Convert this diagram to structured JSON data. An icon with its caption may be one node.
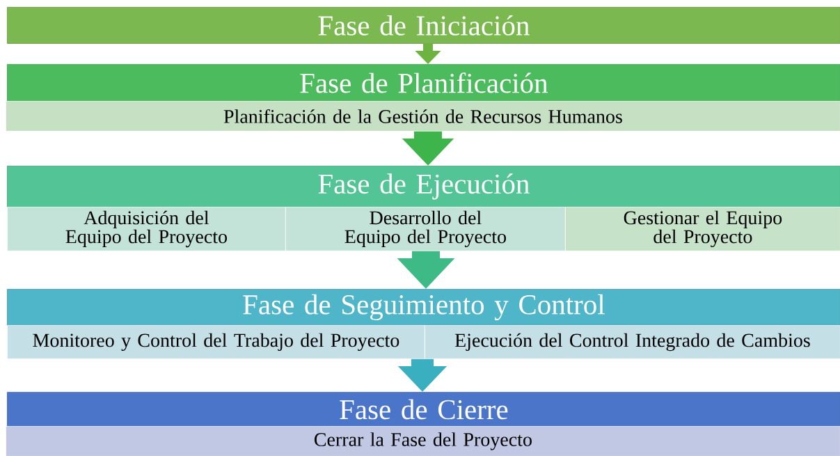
{
  "diagram": {
    "nodes": [
      {
        "text": [
          "Fase de Iniciación"
        ]
      },
      {
        "text": [
          "Fase de Planificación"
        ]
      },
      {
        "text": [
          "Planificación de la Gestión de Recursos Humanos"
        ]
      },
      {
        "text": [
          "Fase de Ejecución"
        ]
      },
      {
        "text": [
          "Adquisición del Equipo del Proyecto"
        ]
      },
      {
        "text": [
          "Desarrollo del Equipo del Proyecto"
        ]
      },
      {
        "text": [
          "Gestionar el Equipo del Proyecto"
        ]
      },
      {
        "text": [
          "Fase de Seguimiento y Control"
        ]
      },
      {
        "text": [
          "Monitoreo y Control del Trabajo del Proyecto"
        ]
      },
      {
        "text": [
          "Ejecución del Control Integrado de Cambios"
        ]
      },
      {
        "text": [
          "Fase de Cierre"
        ]
      },
      {
        "text": [
          "Cerrar la Fase del Proyecto"
        ]
      }
    ],
    "edges": [
      {
        "from": 0,
        "to": 1,
        "arrow": "to",
        "color": "#6db33f"
      },
      {
        "from": 2,
        "to": 3,
        "arrow": "to",
        "color": "#3db54a"
      },
      {
        "from": 5,
        "to": 7,
        "arrow": "to",
        "color": "#3dba85"
      },
      {
        "from": 8,
        "to": 10,
        "arrow": "to",
        "color": "#3aafc0"
      }
    ]
  }
}
